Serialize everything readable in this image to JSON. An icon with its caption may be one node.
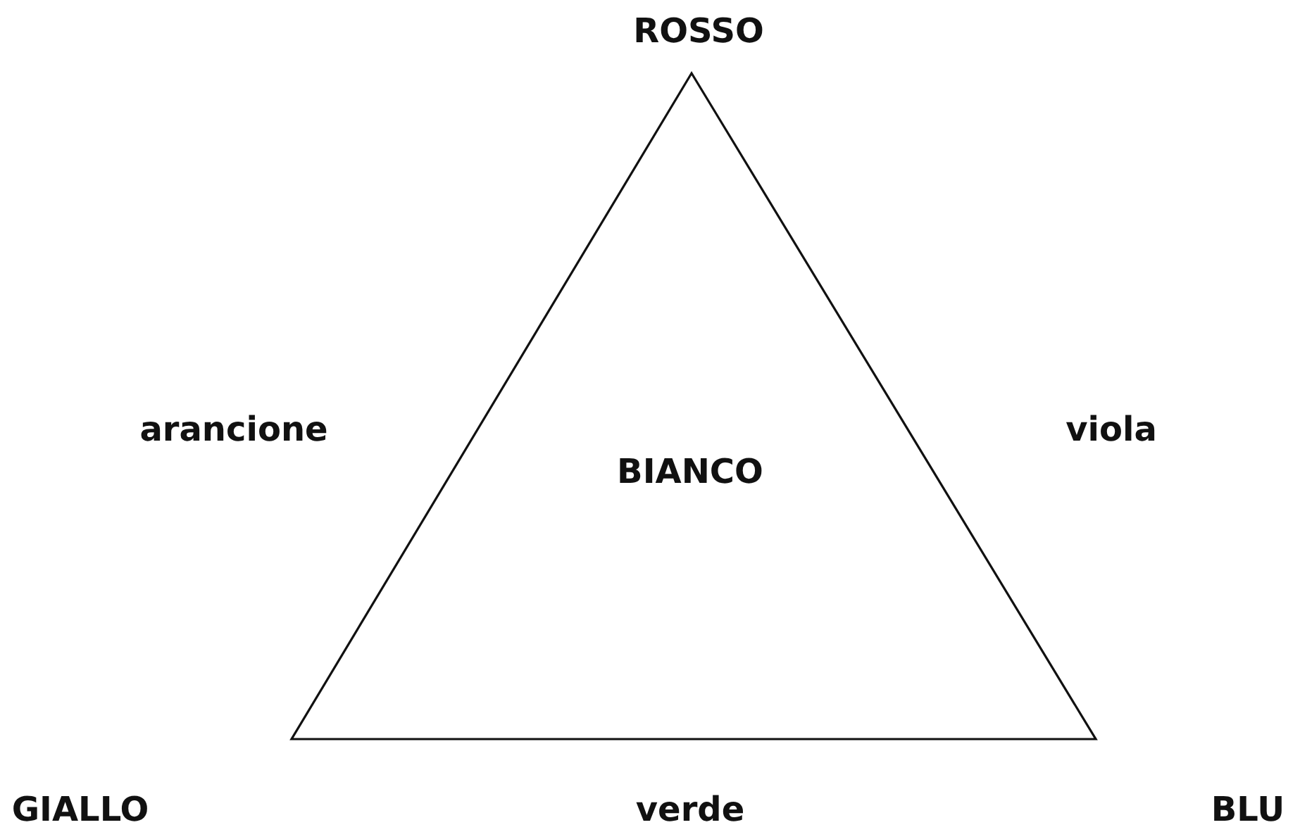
{
  "diagram": {
    "nodes": [
      {
        "text": [
          "BIANCO"
        ]
      }
    ],
    "labels": [
      "ROSSO",
      "arancione",
      "viola",
      "GIALLO",
      "verde",
      "BLU"
    ]
  }
}
